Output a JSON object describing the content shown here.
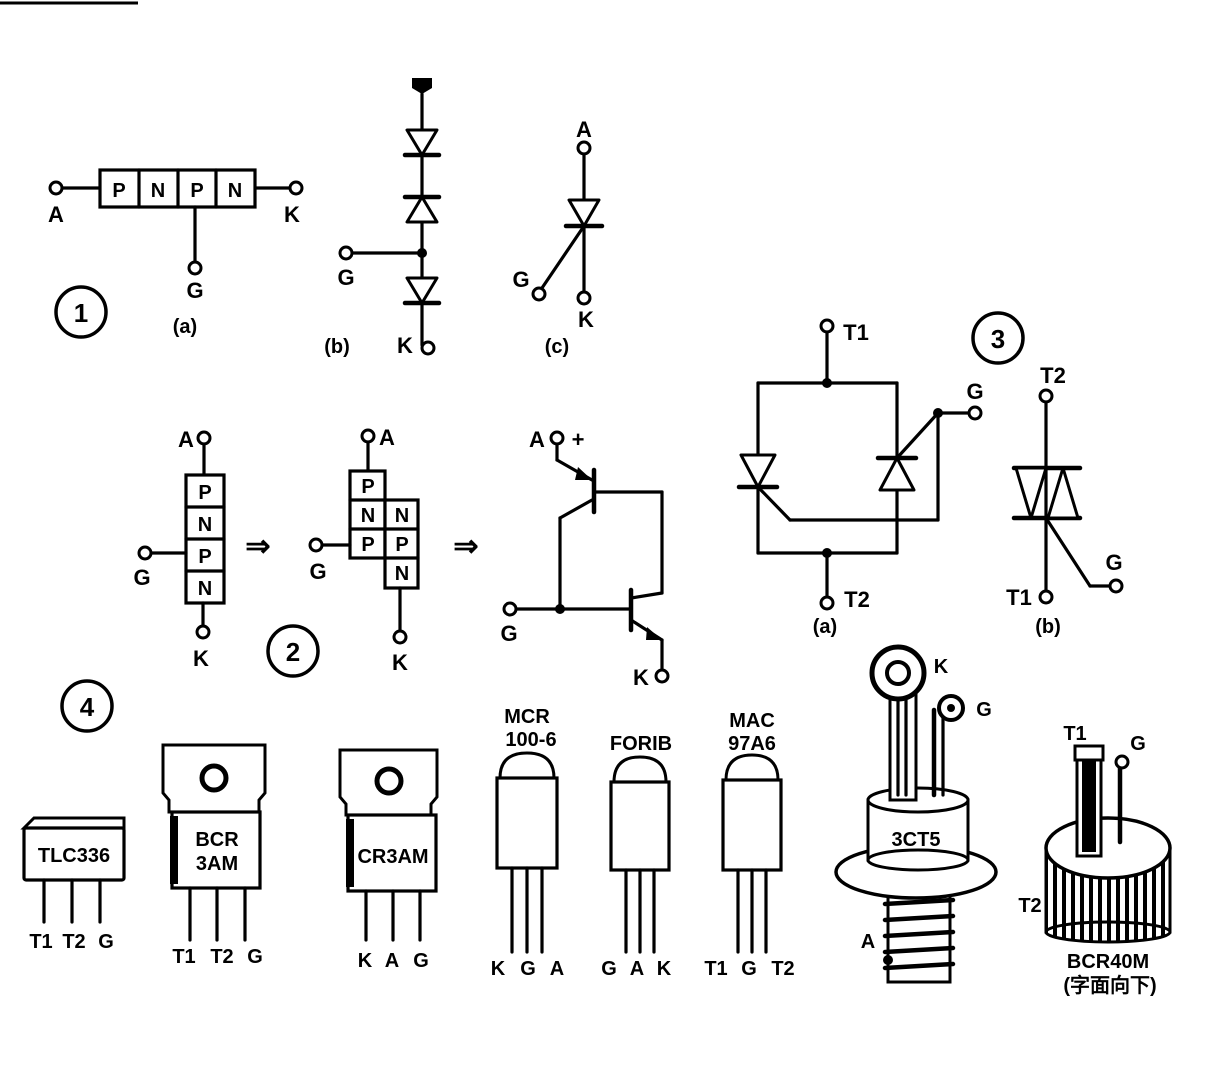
{
  "fig1": {
    "number": "1",
    "a": {
      "caption": "(a)",
      "anode": "A",
      "cathode": "K",
      "gate": "G",
      "layers": [
        "P",
        "N",
        "P",
        "N"
      ]
    },
    "b": {
      "caption": "(b)",
      "gate": "G",
      "cathode": "K"
    },
    "c": {
      "caption": "(c)",
      "anode": "A",
      "gate": "G",
      "cathode": "K"
    }
  },
  "fig2": {
    "number": "2",
    "stack": {
      "anode": "A",
      "gate": "G",
      "cathode": "K",
      "layers": [
        "P",
        "N",
        "P",
        "N"
      ]
    },
    "split": {
      "anode": "A",
      "gate": "G",
      "cathode": "K",
      "left": [
        "P",
        "N",
        "P"
      ],
      "right": [
        "N",
        "P",
        "N"
      ]
    },
    "arrow": "⇒",
    "transistor": {
      "anode": "A",
      "plus": "+",
      "gate": "G",
      "cathode": "K"
    }
  },
  "fig3": {
    "number": "3",
    "a": {
      "caption": "(a)",
      "t1": "T1",
      "t2": "T2",
      "gate": "G"
    },
    "b": {
      "caption": "(b)",
      "t2": "T2",
      "t1": "T1",
      "gate": "G"
    }
  },
  "fig4": {
    "number": "4",
    "packages": [
      {
        "name": "TLC336",
        "pins": [
          "T1",
          "T2",
          "G"
        ]
      },
      {
        "name_line1": "BCR",
        "name_line2": "3AM",
        "pins": [
          "T1",
          "T2",
          "G"
        ]
      },
      {
        "name": "CR3AM",
        "pins": [
          "K",
          "A",
          "G"
        ]
      },
      {
        "name_line1": "MCR",
        "name_line2": "100-6",
        "pins": [
          "K",
          "G",
          "A"
        ]
      },
      {
        "name": "FORIB",
        "pins": [
          "G",
          "A",
          "K"
        ]
      },
      {
        "name_line1": "MAC",
        "name_line2": "97A6",
        "pins": [
          "T1",
          "G",
          "T2"
        ]
      },
      {
        "name": "3CT5",
        "pins": [
          "K",
          "G",
          "A"
        ]
      },
      {
        "name": "BCR40M",
        "note": "(字面向下)",
        "pins": [
          "T1",
          "G",
          "T2"
        ]
      }
    ]
  }
}
